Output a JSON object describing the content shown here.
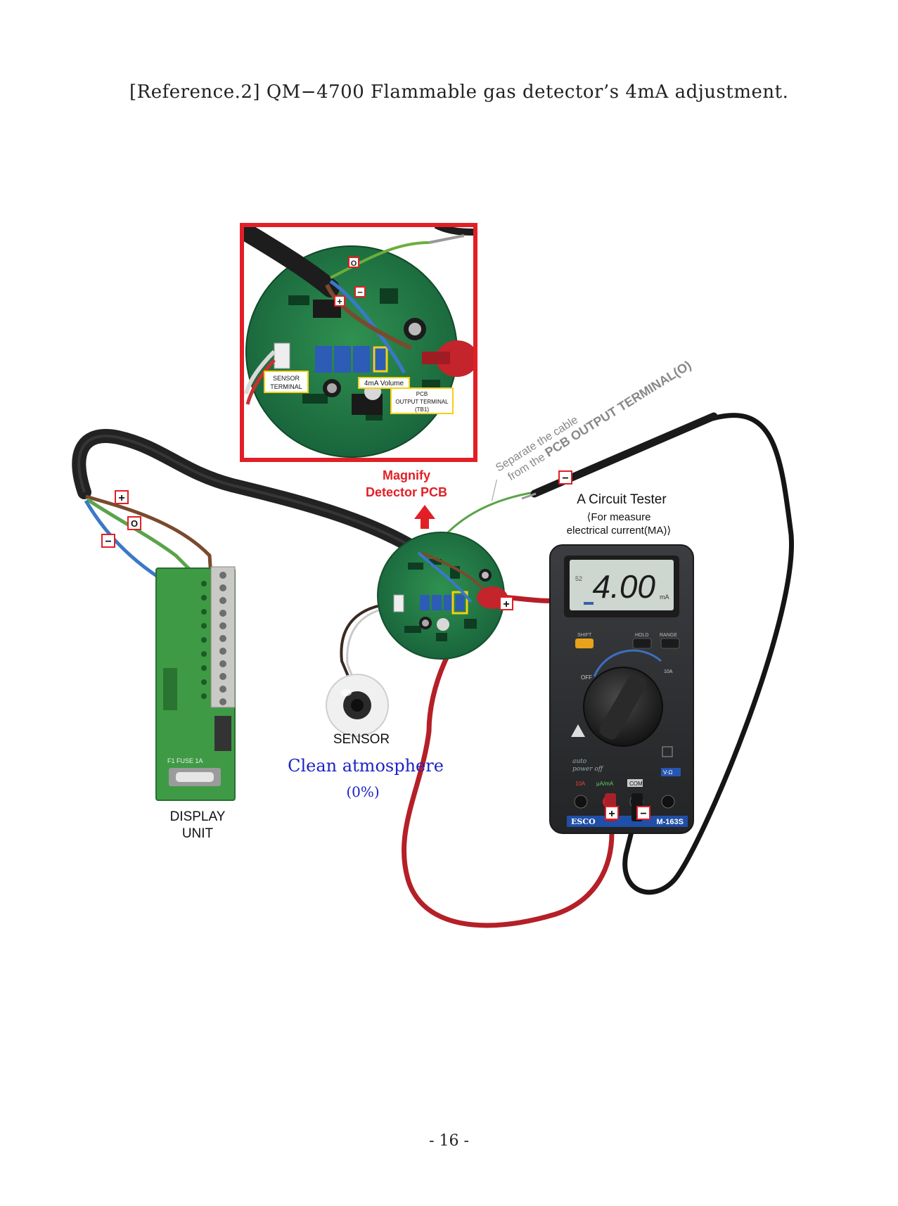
{
  "header": {
    "title": "[Reference.2] QM−4700 Flammable gas detector’s 4mA adjustment."
  },
  "inset": {
    "terminal_o": "O",
    "terminal_plus": "+",
    "terminal_minus": "−",
    "sensor_terminal_line1": "SENSOR",
    "sensor_terminal_line2": "TERMINAL",
    "volume_label": "4mA Volume",
    "pcb_output_line1": "PCB",
    "pcb_output_line2": "OUTPUT TERMINAL",
    "pcb_output_line3": "(TB1)"
  },
  "annotations": {
    "separate_line1": "Separate the cable",
    "separate_line2_prefix": "from the ",
    "separate_line2_bold": "PCB OUTPUT TERMINAL(O)",
    "magnify_line1": "Magnify",
    "magnify_line2": "Detector PCB",
    "tester_title": "A Circuit Tester",
    "tester_sub1": "⟨For measure",
    "tester_sub2": "electrical current(MA)⟩",
    "sensor_label": "SENSOR",
    "clean_line1": "Clean  atmosphere",
    "clean_line2": "(0%)",
    "display_line1": "DISPLAY",
    "display_line2": "UNIT"
  },
  "cable_terminals": {
    "plus": "+",
    "o": "O",
    "minus": "−"
  },
  "probe_signs": {
    "pcb_plus": "+",
    "probe_minus": "−",
    "jack_plus": "+",
    "jack_minus": "−"
  },
  "multimeter": {
    "reading": "4.00",
    "unit": "mA",
    "brand": "ESCO",
    "model": "M-163S",
    "button_shift": "SHIFT",
    "button_hold": "HOLD",
    "button_range": "RANGE",
    "jack_10a": "10A",
    "jack_ua_ma": "μA/mA",
    "jack_com": "COM",
    "jack_v": "V-Ω",
    "off_label": "OFF",
    "range_10a": "10A",
    "auto_line1": "auto",
    "auto_line2": "power off"
  },
  "display_unit": {
    "fuse_label": "F1  FUSE 1A"
  },
  "footer": {
    "page": "- 16 -"
  },
  "colors": {
    "red": "#e21f26",
    "blue_text": "#1c22c4",
    "pcb_green": "#1f7a3c",
    "board_green": "#3f9a45",
    "cable_black": "#1d1d1d",
    "probe_red": "#c4242b",
    "meter_body": "#2d2f31",
    "lcd": "#cdd6cf",
    "label_yellow": "#f3cf17"
  }
}
